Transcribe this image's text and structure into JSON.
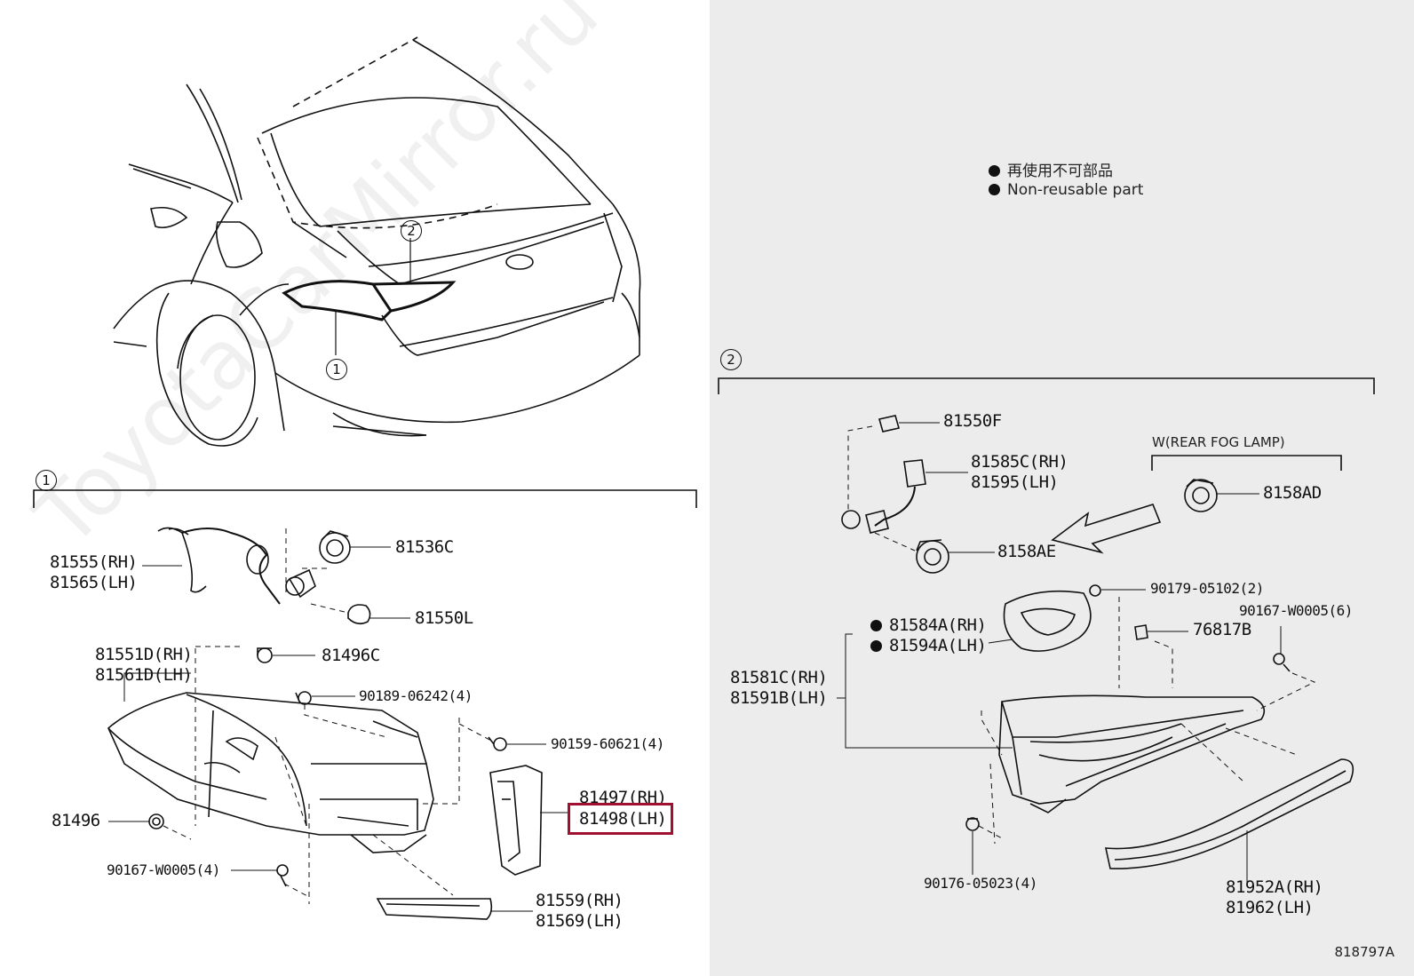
{
  "notes": {
    "jp": "再使用不可部品",
    "en": "Non-reusable part"
  },
  "callouts": {
    "one": "1",
    "two": "2"
  },
  "fog_group_label": "W(REAR FOG LAMP)",
  "diagram_id": "818797A",
  "watermark": "ToyotaCarMirror.ru",
  "highlight_color": "#a01030",
  "parts_left": {
    "p81555": [
      "81555(RH)",
      "81565(LH)"
    ],
    "p81536c": "81536C",
    "p81550l": "81550L",
    "p81551d": [
      "81551D(RH)",
      "81561D(LH)"
    ],
    "p81496c": "81496C",
    "p90189": "90189-06242(4)",
    "p90159": "90159-60621(4)",
    "p81497": "81497(RH)",
    "p81498": "81498(LH)",
    "p81496": "81496",
    "p90167": "90167-W0005(4)",
    "p81559": [
      "81559(RH)",
      "81569(LH)"
    ]
  },
  "parts_right": {
    "p81550f": "81550F",
    "p81585c": [
      "81585C(RH)",
      "81595(LH)"
    ],
    "p8158ad": "8158AD",
    "p8158ae": "8158AE",
    "p90179": "90179-05102(2)",
    "p90167b": "90167-W0005(6)",
    "p81584a": "81584A(RH)",
    "p81594a": "81594A(LH)",
    "p76817b": "76817B",
    "p81581c": [
      "81581C(RH)",
      "81591B(LH)"
    ],
    "p90176": "90176-05023(4)",
    "p81952a": [
      "81952A(RH)",
      "81962(LH)"
    ]
  }
}
